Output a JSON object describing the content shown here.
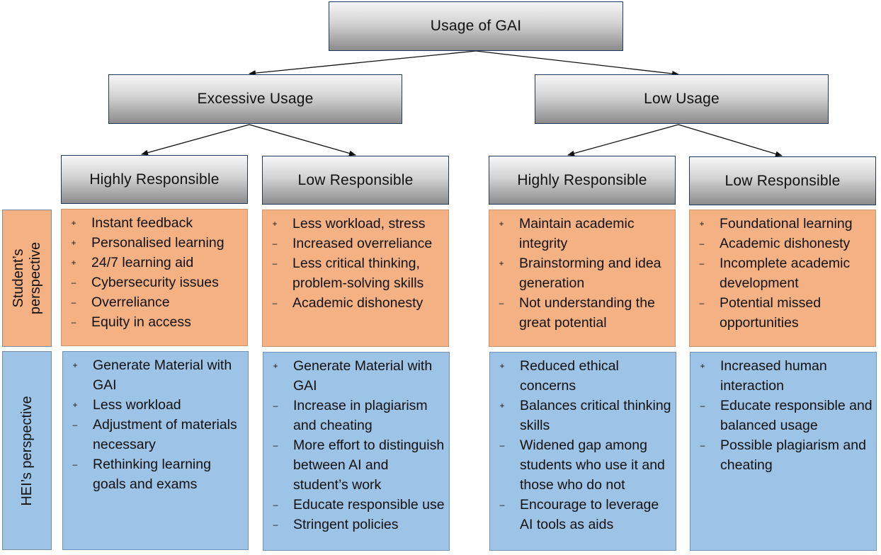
{
  "root": "Usage of GAI",
  "branches": [
    {
      "label": "Excessive Usage"
    },
    {
      "label": "Low Usage"
    }
  ],
  "columns": [
    {
      "label": "Highly Responsible",
      "student": [
        {
          "sign": "+",
          "text": "Instant feedback"
        },
        {
          "sign": "+",
          "text": "Personalised learning"
        },
        {
          "sign": "+",
          "text": "24/7 learning aid"
        },
        {
          "sign": "-",
          "text": "Cybersecurity issues"
        },
        {
          "sign": "-",
          "text": "Overreliance"
        },
        {
          "sign": "-",
          "text": "Equity in access"
        }
      ],
      "hei": [
        {
          "sign": "+",
          "text": "Generate Material with GAI"
        },
        {
          "sign": "+",
          "text": "Less workload"
        },
        {
          "sign": "-",
          "text": "Adjustment of materials necessary"
        },
        {
          "sign": "-",
          "text": "Rethinking learning goals and exams"
        }
      ]
    },
    {
      "label": "Low Responsible",
      "student": [
        {
          "sign": "+",
          "text": "Less workload, stress"
        },
        {
          "sign": "-",
          "text": "Increased overreliance"
        },
        {
          "sign": "-",
          "text": "Less critical thinking, problem-solving skills"
        },
        {
          "sign": "-",
          "text": "Academic dishonesty"
        }
      ],
      "hei": [
        {
          "sign": "+",
          "text": "Generate Material with GAI"
        },
        {
          "sign": "-",
          "text": "Increase in plagiarism and cheating"
        },
        {
          "sign": "-",
          "text": "More effort to distinguish between AI and student’s work"
        },
        {
          "sign": "-",
          "text": "Educate responsible use"
        },
        {
          "sign": "-",
          "text": "Stringent policies"
        }
      ]
    },
    {
      "label": "Highly Responsible",
      "student": [
        {
          "sign": "+",
          "text": "Maintain academic integrity"
        },
        {
          "sign": "+",
          "text": "Brainstorming and idea generation"
        },
        {
          "sign": "-",
          "text": "Not understanding the great potential"
        }
      ],
      "hei": [
        {
          "sign": "+",
          "text": "Reduced ethical concerns"
        },
        {
          "sign": "+",
          "text": "Balances critical thinking skills"
        },
        {
          "sign": "-",
          "text": "Widened gap among students who use it and those who do not"
        },
        {
          "sign": "-",
          "text": "Encourage to leverage AI tools as aids"
        }
      ]
    },
    {
      "label": "Low Responsible",
      "student": [
        {
          "sign": "+",
          "text": "Foundational learning"
        },
        {
          "sign": "-",
          "text": "Academic dishonesty"
        },
        {
          "sign": "-",
          "text": "Incomplete academic development"
        },
        {
          "sign": "-",
          "text": "Potential missed opportunities"
        }
      ],
      "hei": [
        {
          "sign": "+",
          "text": "Increased human interaction"
        },
        {
          "sign": "-",
          "text": "Educate responsible and balanced usage"
        },
        {
          "sign": "-",
          "text": "Possible plagiarism and cheating"
        }
      ]
    }
  ],
  "rows": {
    "student": "Student’s perspective",
    "hei": "HEI’s perspective"
  },
  "colors": {
    "student_fill": "#f4b183",
    "hei_fill": "#9dc3e6",
    "header_border": "#1f3a5c"
  }
}
